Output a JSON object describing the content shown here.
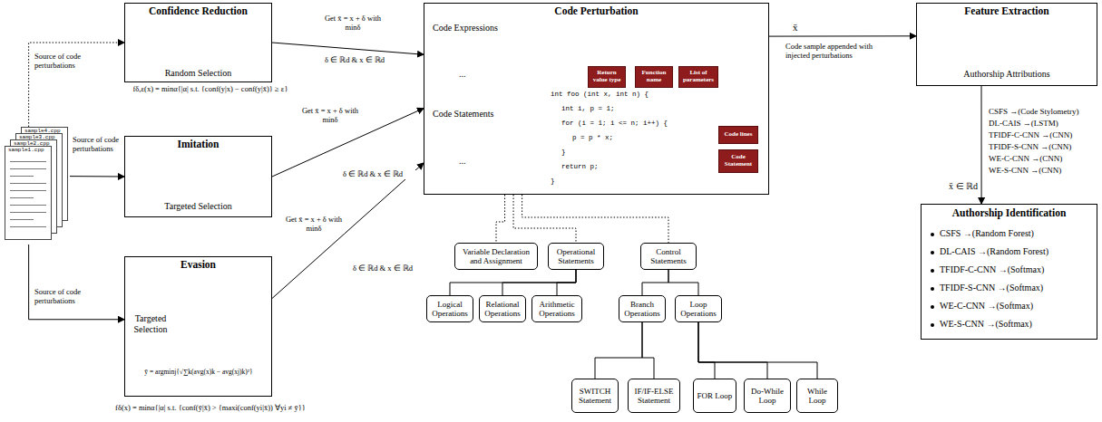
{
  "diagram": {
    "nodes": [
      {
        "text": [
          "sample4.cpp",
          "sample3.cpp",
          "sample2.cpp",
          "sample1.cpp"
        ]
      },
      {
        "text": [
          "Confidence Reduction",
          "Random Selection"
        ]
      },
      {
        "text": [
          "Imitation",
          "Targeted Selection"
        ]
      },
      {
        "text": [
          "Evasion",
          "Targeted Selection",
          "ȳ = argminj{√∑k(avg(x)k − avg(xj)k)²}"
        ]
      },
      {
        "text": [
          "Code Perturbation",
          "Code Expressions",
          "Code Statements"
        ]
      },
      {
        "text": [
          "Return value type"
        ],
        "in": 4
      },
      {
        "text": [
          "Function name"
        ],
        "in": 4
      },
      {
        "text": [
          "List of parameters"
        ],
        "in": 4
      },
      {
        "text": [
          "Code lines"
        ],
        "in": 4
      },
      {
        "text": [
          "Code Statement"
        ],
        "in": 4
      },
      {
        "text": [
          "Feature Extraction",
          "Authorship Attributions"
        ]
      },
      {
        "text": [
          "Authorship Identification",
          "CSFS →(Random Forest)",
          "DL-CAIS →(Random Forest)",
          "TFIDF-C-CNN →(Softmax)",
          "TFIDF-S-CNN →(Softmax)",
          "WE-C-CNN →(Softmax)",
          "WE-S-CNN →(Softmax)"
        ]
      },
      {
        "text": [
          "Variable Declaration and Assignment"
        ]
      },
      {
        "text": [
          "Operational Statements"
        ]
      },
      {
        "text": [
          "Control Statements"
        ]
      },
      {
        "text": [
          "Logical Operations"
        ]
      },
      {
        "text": [
          "Relational Operations"
        ]
      },
      {
        "text": [
          "Arithmetic Operations"
        ]
      },
      {
        "text": [
          "Branch Operations"
        ]
      },
      {
        "text": [
          "Loop Operations"
        ]
      },
      {
        "text": [
          "SWITCH Statement"
        ]
      },
      {
        "text": [
          "IF/IF-ELSE Statement"
        ]
      },
      {
        "text": [
          "FOR Loop"
        ]
      },
      {
        "text": [
          "Do-While Loop"
        ]
      },
      {
        "text": [
          "While Loop"
        ]
      }
    ],
    "edges": [
      {
        "from": 0,
        "to": 1,
        "arrow": "to"
      },
      {
        "from": 0,
        "to": 2,
        "arrow": "to"
      },
      {
        "from": 0,
        "to": 3,
        "arrow": "to"
      },
      {
        "from": 1,
        "to": 4,
        "arrow": "to"
      },
      {
        "from": 2,
        "to": 4,
        "arrow": "to"
      },
      {
        "from": 3,
        "to": 4,
        "arrow": "to"
      },
      {
        "from": 4,
        "to": 10,
        "arrow": "to"
      },
      {
        "from": 10,
        "to": 11,
        "arrow": "to"
      },
      {
        "from": 4,
        "to": 12,
        "arrow": "none"
      },
      {
        "from": 4,
        "to": 13,
        "arrow": "none"
      },
      {
        "from": 4,
        "to": 14,
        "arrow": "none"
      },
      {
        "from": 13,
        "to": 15,
        "arrow": "none"
      },
      {
        "from": 13,
        "to": 16,
        "arrow": "none"
      },
      {
        "from": 13,
        "to": 17,
        "arrow": "none"
      },
      {
        "from": 14,
        "to": 18,
        "arrow": "none"
      },
      {
        "from": 14,
        "to": 19,
        "arrow": "none"
      },
      {
        "from": 18,
        "to": 20,
        "arrow": "none"
      },
      {
        "from": 18,
        "to": 21,
        "arrow": "none"
      },
      {
        "from": 19,
        "to": 22,
        "arrow": "none"
      },
      {
        "from": 19,
        "to": 23,
        "arrow": "none"
      },
      {
        "from": 19,
        "to": 24,
        "arrow": "none"
      }
    ],
    "labels": [
      "Source of code perturbations",
      "fδ,ε(x) = minα{|α| s.t. {conf(y|x) − conf(y|x̄)} ≥ ε}",
      "Source of code perturbations",
      "Source of code perturbations",
      "fδ(x) = minα{|α| s.t. {conf(ȳ|x̄) > {maxi(conf(yi|x̄)) ∀yi ≠ ȳ}}",
      "Get x̄ = x + δ with minδ",
      "δ ∈ ℝd & x ∈ ℝd",
      "Get x̄ = x + δ with minδ",
      "δ ∈ ℝd & x ∈ ℝd",
      "Get x̄ = x + δ with minδ",
      "δ ∈ ℝd & x ∈ ℝd",
      "...",
      "...",
      "int foo (int x, int n) {",
      "int i, p = 1;",
      "for (i = 1; i <= n; i++) {",
      "p = p * x;",
      "}",
      "return p;",
      "}",
      "x̄",
      "Code sample appended with injected perturbations",
      "CSFS →(Code Stylometry)",
      "DL-CAIS →(LSTM)",
      "TFIDF-C-CNN →(CNN)",
      "TFIDF-S-CNN →(CNN)",
      "WE-C-CNN →(CNN)",
      "WE-S-CNN →(CNN)",
      "x̄ ∈ ℝd"
    ]
  }
}
